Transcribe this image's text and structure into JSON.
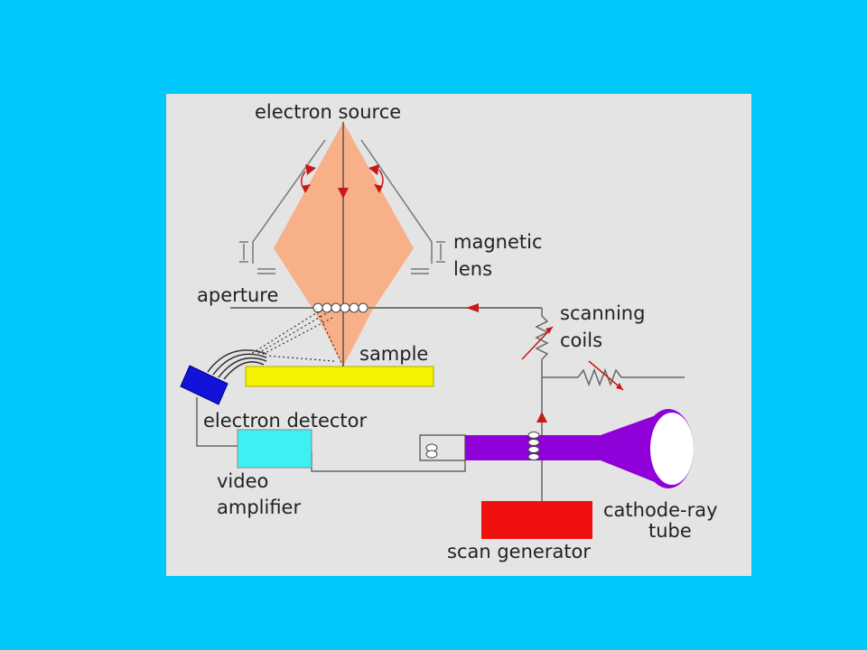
{
  "labels": {
    "electron_source": "electron source",
    "magnetic_lens_1": "magnetic",
    "magnetic_lens_2": "lens",
    "aperture": "aperture",
    "scanning_coils_1": "scanning",
    "scanning_coils_2": "coils",
    "sample": "sample",
    "electron_detector": "electron detector",
    "video_amplifier_1": "video",
    "video_amplifier_2": "amplifier",
    "cathode_ray_tube_1": "cathode-ray",
    "cathode_ray_tube_2": "tube",
    "scan_generator": "scan generator"
  },
  "colors": {
    "background": "#00c8fa",
    "panel": "#e4e4e4",
    "beam": "#f8b088",
    "sample": "#f4f200",
    "detector": "#1212d8",
    "amplifier": "#3ef0f4",
    "tube": "#9000d8",
    "generator": "#f01010",
    "arrows": "#c81818"
  }
}
